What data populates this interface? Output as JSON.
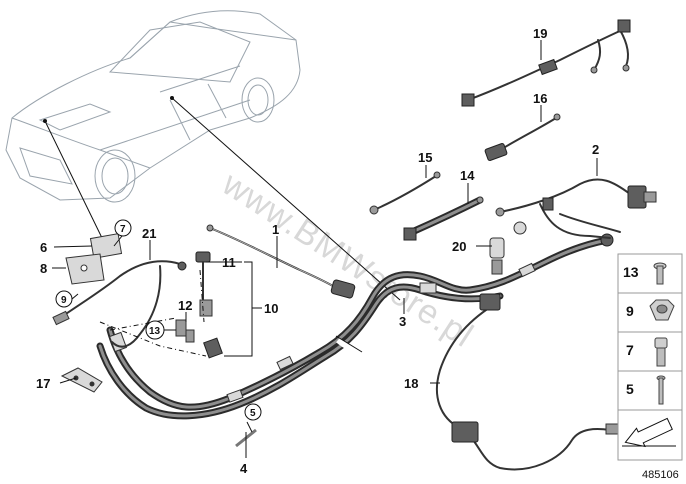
{
  "watermark": "www.BMWstore.pl",
  "drawing_number": "485106",
  "callouts": [
    {
      "id": "c1",
      "text": "1"
    },
    {
      "id": "c2",
      "text": "2"
    },
    {
      "id": "c3",
      "text": "3"
    },
    {
      "id": "c4",
      "text": "4"
    },
    {
      "id": "c5",
      "text": "5"
    },
    {
      "id": "c6",
      "text": "6"
    },
    {
      "id": "c7",
      "text": "7"
    },
    {
      "id": "c8",
      "text": "8"
    },
    {
      "id": "c9",
      "text": "9"
    },
    {
      "id": "c10",
      "text": "10"
    },
    {
      "id": "c11",
      "text": "11"
    },
    {
      "id": "c12",
      "text": "12"
    },
    {
      "id": "c13",
      "text": "13"
    },
    {
      "id": "c14",
      "text": "14"
    },
    {
      "id": "c15",
      "text": "15"
    },
    {
      "id": "c16",
      "text": "16"
    },
    {
      "id": "c17",
      "text": "17"
    },
    {
      "id": "c18",
      "text": "18"
    },
    {
      "id": "c19",
      "text": "19"
    },
    {
      "id": "c20",
      "text": "20"
    },
    {
      "id": "c21",
      "text": "21"
    }
  ],
  "legend": {
    "items": [
      {
        "number": "13",
        "icon": "screw-icon"
      },
      {
        "number": "9",
        "icon": "nut-icon"
      },
      {
        "number": "7",
        "icon": "bolt-icon"
      },
      {
        "number": "5",
        "icon": "pin-icon"
      }
    ],
    "arrow_icon": "direction-arrow-icon"
  },
  "colors": {
    "line": "#111111",
    "car_outline": "#9aa4ad",
    "harness": "#2b2b2b",
    "watermark": "#d8d8d8"
  }
}
